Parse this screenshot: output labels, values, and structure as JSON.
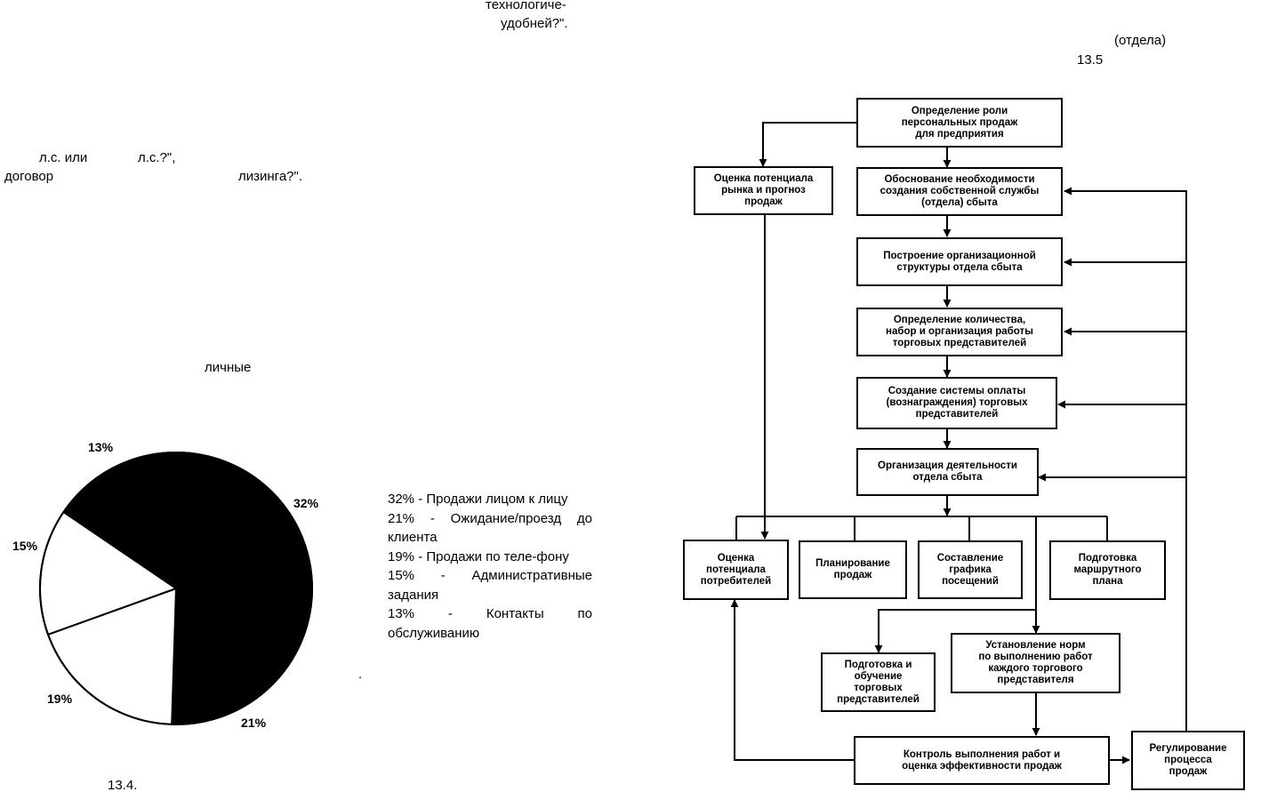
{
  "header": {
    "line1": "технологиче-",
    "line2": "удобней?\".",
    "dept": "(отдела)",
    "fig_right": "13.5"
  },
  "left_text": {
    "ls1": "л.с. или",
    "ls2": "л.с.?\",",
    "dogovor": "договор",
    "lizing": "лизинга?\".",
    "lichnye": "личные",
    "fig_left": "13.4."
  },
  "pie_labels": [
    "32%",
    "21%",
    "19%",
    "15%",
    "13%"
  ],
  "legend": [
    "32% - Продажи лицом к лицу",
    "21% - Ожидание/проезд до клиента",
    "19% - Продажи по теле-фону",
    "15% - Административные задания",
    "13% - Контакты по обслуживанию"
  ],
  "chart_data": {
    "type": "pie",
    "categories": [
      "Продажи лицом к лицу",
      "Ожидание/проезд до клиента",
      "Продажи по телефону",
      "Административные задания",
      "Контакты по обслуживанию"
    ],
    "values": [
      32,
      21,
      19,
      15,
      13
    ],
    "colors": [
      "#000000",
      "#000000",
      "#ffffff",
      "#ffffff",
      "#000000"
    ]
  },
  "flow": {
    "b1": "Определение роли\nперсональных продаж\nдля предприятия",
    "b2": "Оценка потенциала\nрынка и прогноз\nпродаж",
    "b3": "Обоснование необходимости\nсоздания собственной службы\n(отдела) сбыта",
    "b4": "Построение организационной\nструктуры отдела сбыта",
    "b5": "Определение количества,\nнабор и организация работы\nторговых представителей",
    "b6": "Создание системы оплаты\n(вознаграждения) торговых\nпредставителей",
    "b7": "Организация деятельности\nотдела сбыта",
    "b8": "Оценка\nпотенциала\nпотребителей",
    "b9": "Планирование\nпродаж",
    "b10": "Составление\nграфика\nпосещений",
    "b11": "Подготовка\nмаршрутного\nплана",
    "b12": "Установление норм\nпо выполнению работ\nкаждого торгового\nпредставителя",
    "b13": "Подготовка и\nобучение\nторговых\nпредставителей",
    "b14": "Контроль выполнения работ и\nоценка эффективности продаж",
    "b15": "Регулирование\nпроцесса\nпродаж"
  }
}
